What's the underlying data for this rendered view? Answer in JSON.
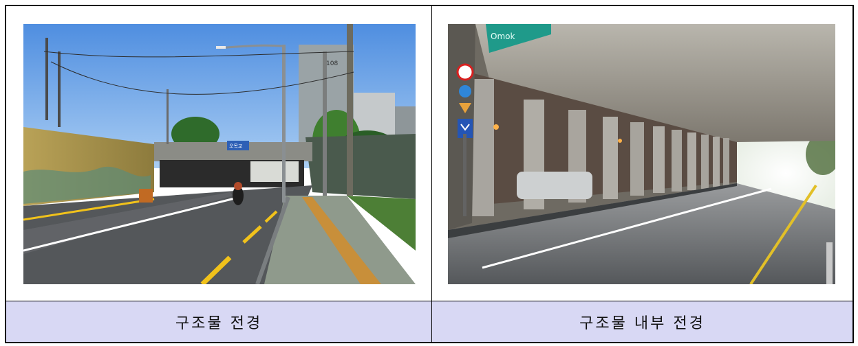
{
  "captions": {
    "left": "구조물 전경",
    "right": "구조물 내부 전경"
  },
  "photos": {
    "left": {
      "icon": "underpass-exterior-photo",
      "sign_text": "오목교",
      "building_number": "108"
    },
    "right": {
      "icon": "underpass-interior-photo",
      "sign_text": "Omok"
    }
  },
  "colors": {
    "caption_background": "#d8d8f4",
    "border": "#000000"
  }
}
